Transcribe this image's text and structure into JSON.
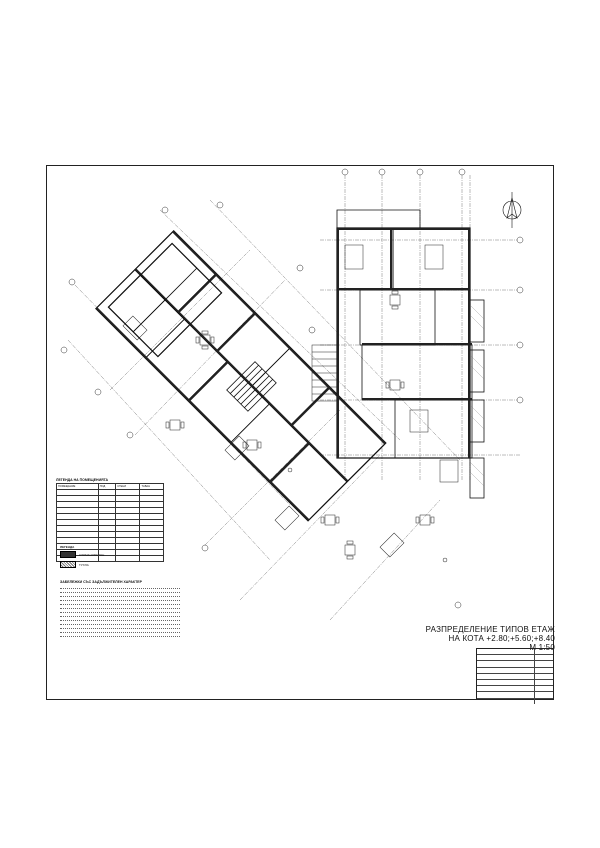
{
  "title": {
    "line1": "РАЗПРЕДЕЛЕНИЕ ТИПОВ ЕТАЖ",
    "line2": "НА КОТА +2.80;+5.60;+8.40",
    "line3": "М 1:50"
  },
  "legend": {
    "heading": "ЛЕГЕНДА НА ПОМЕЩЕНИЯТА",
    "columns": [
      "ПОМЕЩЕНИЕ",
      "ПОД",
      "СТЕНИ",
      "ТАВАН"
    ]
  },
  "hatch_legend": {
    "heading": "ЛЕГЕНДА",
    "items": [
      "СТОМАНОБЕТОН",
      "ТУХЛА"
    ]
  },
  "notes": {
    "heading": "ЗАБЕЛЕЖКИ СЪС ЗАДЪЛЖИТЕЛЕН ХАРАКТЕР"
  },
  "north_symbol": "north-arrow-icon"
}
